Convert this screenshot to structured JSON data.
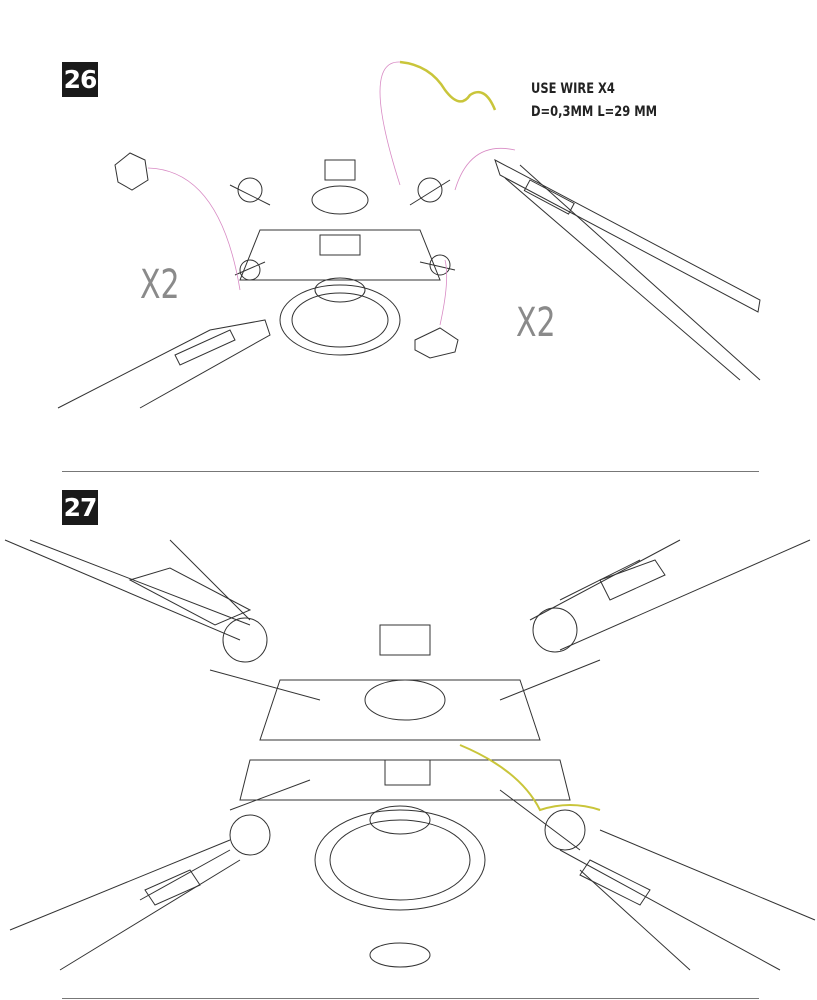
{
  "steps": [
    {
      "number": "26",
      "note_line1": "USE WIRE X4",
      "note_line2": "D=0,3MM L=29 MM",
      "qty_left": "X2",
      "qty_right": "X2"
    },
    {
      "number": "27"
    }
  ],
  "colors": {
    "wire": "#c9c53a",
    "guide": "#d88ac4",
    "line": "#333333"
  }
}
